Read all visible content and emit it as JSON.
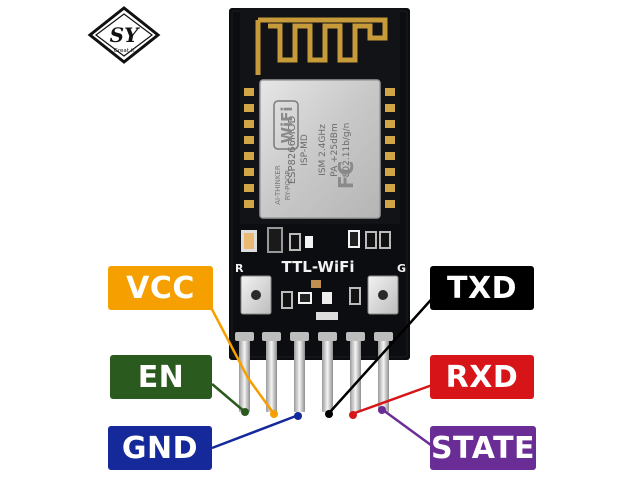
{
  "logo": {
    "letters": "SY",
    "caption": "Great it"
  },
  "board": {
    "silkscreen": "TTL-WiFi",
    "corner_left": "R",
    "corner_right": "G",
    "module": {
      "model": "ESP8266MOD",
      "isp": "ISP-MD",
      "ism": "ISM  2.4GHz",
      "pa": "PA  +25dBm",
      "standard": "802.11b/g/n",
      "wifi_badge": "WiFi",
      "fcc_badge": "FC",
      "vendor": "AI-THINKER",
      "side_text": "RY-POOR"
    }
  },
  "pins": [
    {
      "id": "vcc",
      "label": "VCC",
      "color": "#f5a000"
    },
    {
      "id": "en",
      "label": "EN",
      "color": "#2b5a1e"
    },
    {
      "id": "gnd",
      "label": "GND",
      "color": "#15299a"
    },
    {
      "id": "txd",
      "label": "TXD",
      "color": "#000000"
    },
    {
      "id": "rxd",
      "label": "RXD",
      "color": "#d71519"
    },
    {
      "id": "state",
      "label": "STATE",
      "color": "#6a2d96"
    }
  ]
}
